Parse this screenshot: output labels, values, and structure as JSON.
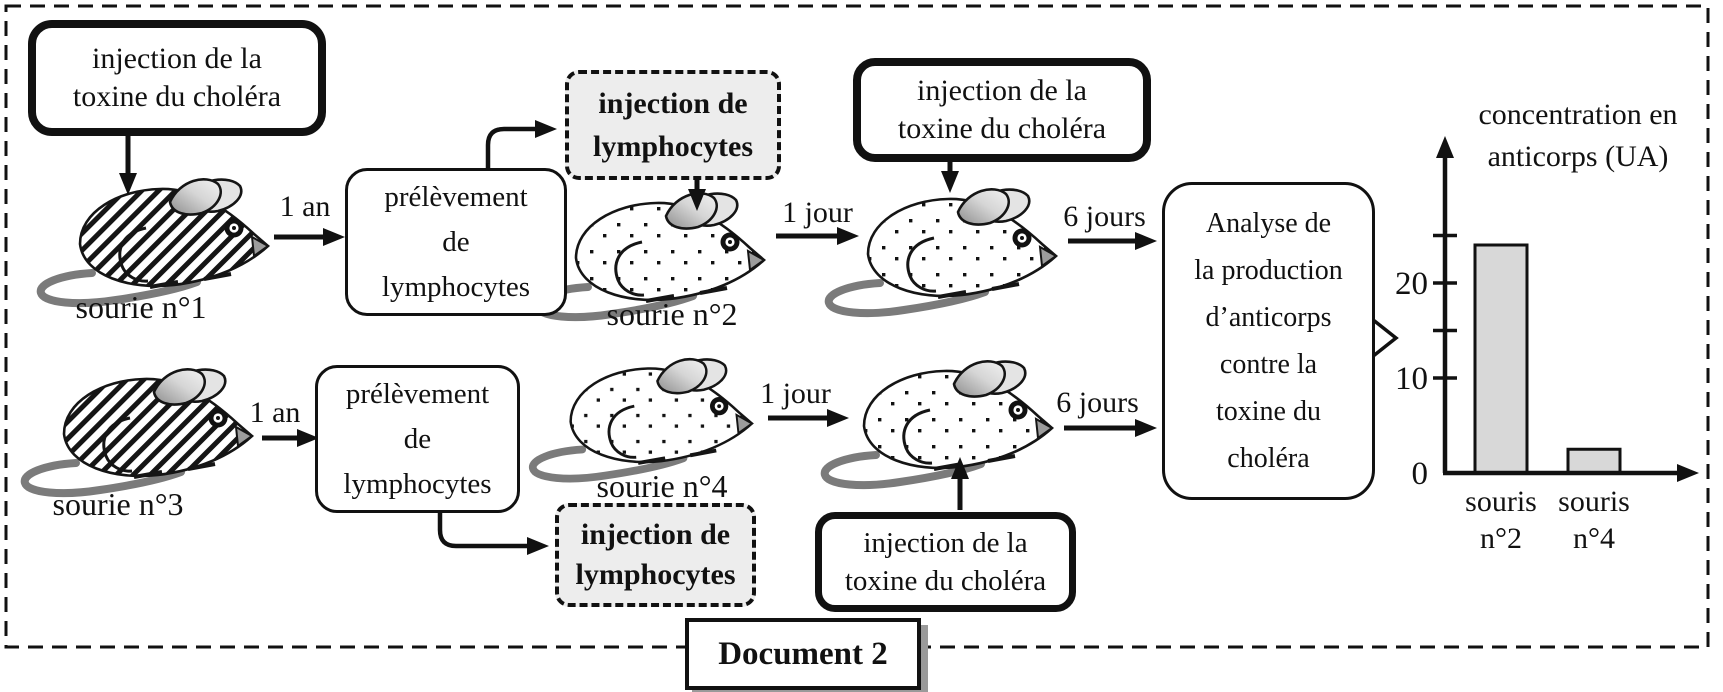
{
  "figure_label": "Document 2",
  "colors": {
    "line": "#111111",
    "bar_fill": "#d8d8d8",
    "dashed_box_bg": "#ededed",
    "tail_gray": "#7b7b7b",
    "shadow_gray": "#9a9a9a"
  },
  "top_row": {
    "toxin_box": "injection de la\ntoxine du choléra",
    "mouse1_label": "sourie n°1",
    "delay1": "1 an",
    "prelev_box": "prélèvement\nde\nlymphocytes",
    "lympho_box": "injection de\nlymphocytes",
    "mouse2_label": "sourie n°2",
    "delay2": "1 jour",
    "toxin_box2": "injection de la\ntoxine du choléra",
    "delay3": "6 jours"
  },
  "bottom_row": {
    "mouse3_label": "sourie n°3",
    "delay1": "1 an",
    "prelev_box": "prélèvement\nde\nlymphocytes",
    "lympho_box": "injection de\nlymphocytes",
    "mouse4_label": "sourie n°4",
    "delay2": "1 jour",
    "toxin_box": "injection de la\ntoxine du choléra",
    "delay3": "6 jours"
  },
  "analysis_box": "Analyse de\nla production\nd’anticorps\ncontre la\ntoxine du\ncholéra",
  "chart_data": {
    "type": "bar",
    "title": "concentration en\nanticorps (UA)",
    "categories": [
      "souris\nn°2",
      "souris\nn°4"
    ],
    "values": [
      24,
      2.5
    ],
    "unit": "UA",
    "yticks": [
      {
        "value": 25,
        "label": ""
      },
      {
        "value": 20,
        "label": "20"
      },
      {
        "value": 15,
        "label": ""
      },
      {
        "value": 10,
        "label": "10"
      },
      {
        "value": 0,
        "label": "0"
      }
    ],
    "ylim": [
      0,
      28
    ],
    "bar_fill": "#d8d8d8",
    "grid": false,
    "legend": false
  }
}
